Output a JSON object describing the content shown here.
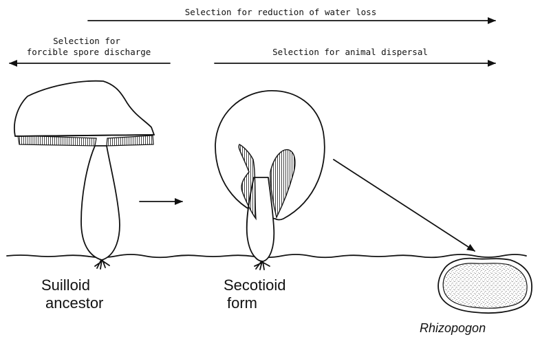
{
  "arrows": {
    "water_loss": "Selection for reduction of water loss",
    "spore_discharge_line1": "Selection for",
    "spore_discharge_line2": "forcible spore discharge",
    "animal_dispersal": "Selection for animal dispersal"
  },
  "labels": {
    "suilloid_line1": "Suilloid",
    "suilloid_line2": "ancestor",
    "secotioid_line1": "Secotioid",
    "secotioid_line2": "form",
    "rhizopogon": "Rhizopogon"
  }
}
